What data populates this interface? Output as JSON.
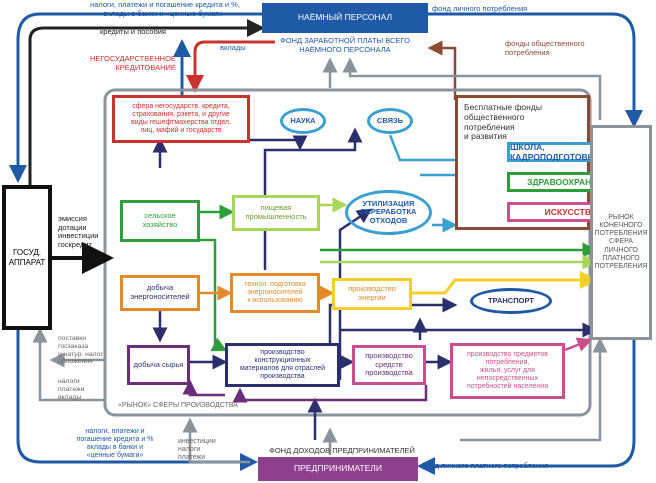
{
  "top_labels": {
    "taxes_top": "налоги, платежи и погашение кредита и %,\nвклады в банки и «ценные бумаги»",
    "personal_fund": "фонд личного потребления",
    "credits_benefits": "кредиты и пособия",
    "deposits": "вклады",
    "nonstate_credit": "НЕГОСУДАРСТВЕННОЕ\nКРЕДИТОВАНИЕ",
    "public_fund": "фонды общественного\nпотребления"
  },
  "hired_staff": "НАЁМНЫЙ ПЕРСОНАЛ",
  "wage_fund": "ФОНД ЗАРАБОТНОЙ ПЛАТЫ ВСЕГО\nНАЁМНОГО ПЕРСОНАЛА",
  "gov": "ГОСУД.\nАППАРАТ",
  "gov_out": "эмиссия\nдотации\nинвестиции\nгоскредит",
  "left_inner": {
    "supplies": "поставки\nгосзаказа\nи натур. налог\nобложения",
    "taxes": "налоги\nплатежи\nвклады"
  },
  "nonstate_sphere": "сфера негосударств. кредита,\nстрахования, рэкета, и другие\nвиды гешефтмахерства отдел.\nлиц, мафий и государств",
  "science": "НАУКА",
  "communication": "СВЯЗЬ",
  "free_funds": "Бесплатные фонды\nобщественного\nпотребления\nи развития",
  "school": "ШКОЛА, КАДРОПОДГОТОВКА",
  "health": "ЗДРАВООХРАНЕНИЕ",
  "art": "ИСКУССТВО",
  "agriculture": "сельское\nхозяйство",
  "food": "пищевая\nпромышленность",
  "recycling": "УТИЛИЗАЦИЯ\nПЕРЕРАБОТКА\nОТХОДОВ",
  "market_consumer": "РЫНОК\nКОНЕЧНОГО\nПОТРЕБЛЕНИЯ\nСФЕРА\nЛИЧНОГО\nПЛАТНОГО\nПОТРЕБЛЕНИЯ",
  "energy_mining": "добыча\nэнергоносителей",
  "energy_prep": "технол. подготовка\nэнергоносителей\nк использованию",
  "energy_prod": "производство\nэнергии",
  "transport": "ТРАНСПОРТ",
  "raw_mining": "добыча сырья",
  "construction": "производство\nконструкционных\nматериалов для отраслей\nпроизводства",
  "means_prod": "производство\nсредств\nпроизводства",
  "consumer_goods": "производство предметов\nпотребления,\nжилья, услуг для\nнепосредственных\nпотребностей населения",
  "market_sphere": "«РЫНОК» СФЕРЫ ПРОИЗВОДСТВА",
  "bottom_labels": {
    "taxes_bottom": "налоги, платежи и\nпогашение кредита и %\nвклады в банки и\n«ценные бумаги»",
    "investments": "инвестиции\nналоги\nплатежи",
    "income_fund": "ФОНД ДОХОДОВ ПРЕДПРИНИМАТЕЛЕЙ",
    "paid_fund": "фонд личного платного потребления"
  },
  "entrepreneurs": "ПРЕДПРИНИМАТЕЛИ",
  "colors": {
    "blue": "#1f5aa6",
    "navy": "#2b2f6e",
    "red": "#c8322f",
    "green": "#2e9d3a",
    "lime": "#a8d65a",
    "orange": "#e38a2b",
    "yellow": "#f2cf2a",
    "purple": "#6a2e7a",
    "pink": "#c8508f",
    "cyan": "#3aa0cf",
    "brown": "#8a4b36",
    "grey": "#8a949a"
  }
}
